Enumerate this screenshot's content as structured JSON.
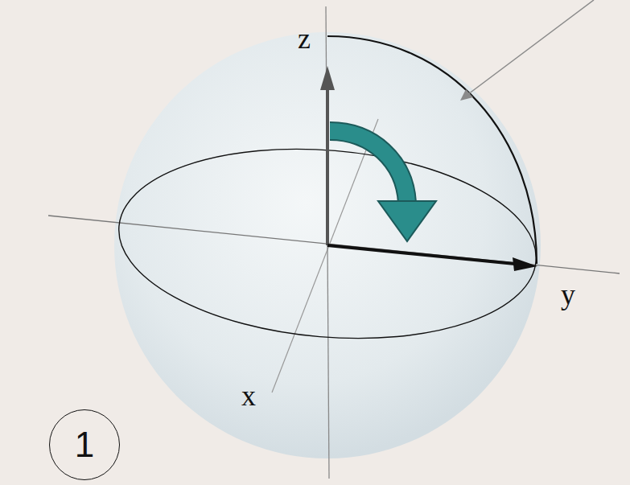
{
  "diagram": {
    "nodes": [
      {
        "text": [
          "1"
        ]
      }
    ],
    "labels": [
      "z",
      "y",
      "x"
    ]
  }
}
